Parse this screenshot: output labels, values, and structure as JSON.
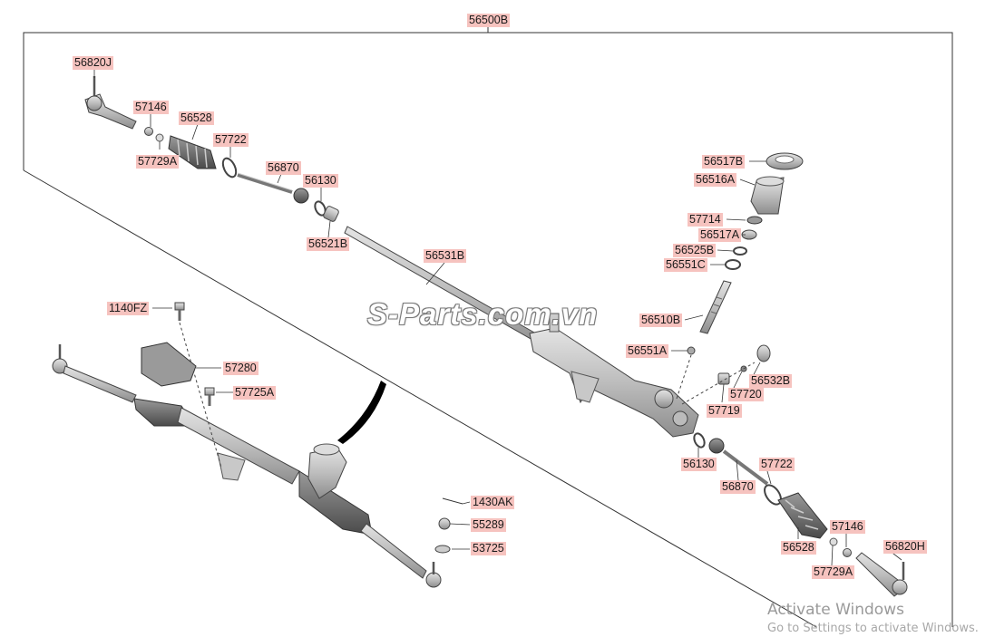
{
  "diagram": {
    "assembly_label": "56500B",
    "watermark": "S-Parts.com.vn",
    "labels": {
      "l56820J": "56820J",
      "l57146a": "57146",
      "l56528a": "56528",
      "l57729Aa": "57729A",
      "l57722a": "57722",
      "l56870a": "56870",
      "l56130a": "56130",
      "l56521B": "56521B",
      "l56531B": "56531B",
      "l56517B": "56517B",
      "l56516A": "56516A",
      "l57714": "57714",
      "l56517A": "56517A",
      "l56525B": "56525B",
      "l56551C": "56551C",
      "l56510B": "56510B",
      "l56551A": "56551A",
      "l56532B": "56532B",
      "l57720": "57720",
      "l57719": "57719",
      "l56130b": "56130",
      "l56870b": "56870",
      "l57722b": "57722",
      "l56528b": "56528",
      "l57146b": "57146",
      "l57729Ab": "57729A",
      "l56820H": "56820H",
      "l1140FZ": "1140FZ",
      "l57280": "57280",
      "l57725A": "57725A",
      "l1430AK": "1430AK",
      "l55289": "55289",
      "l53725": "53725"
    }
  },
  "os_overlay": {
    "activate_title": "Activate Windows",
    "activate_sub": "Go to Settings to activate Windows."
  }
}
